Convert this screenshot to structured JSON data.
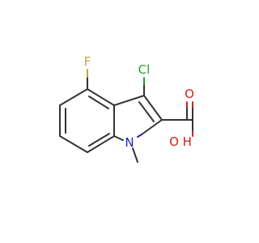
{
  "molecule": {
    "atoms": {
      "fluorine": {
        "label": "F",
        "color": "#c9a23a"
      },
      "chlorine": {
        "label": "Cl",
        "color": "#2e9e2e"
      },
      "carbonyl_oxygen": {
        "label": "O",
        "color": "#d02020"
      },
      "hydroxyl": {
        "label": "O H",
        "color": "#d02020"
      },
      "nitrogen": {
        "label": "N",
        "color": "#2020c8"
      }
    },
    "bond_color": "#333333"
  }
}
